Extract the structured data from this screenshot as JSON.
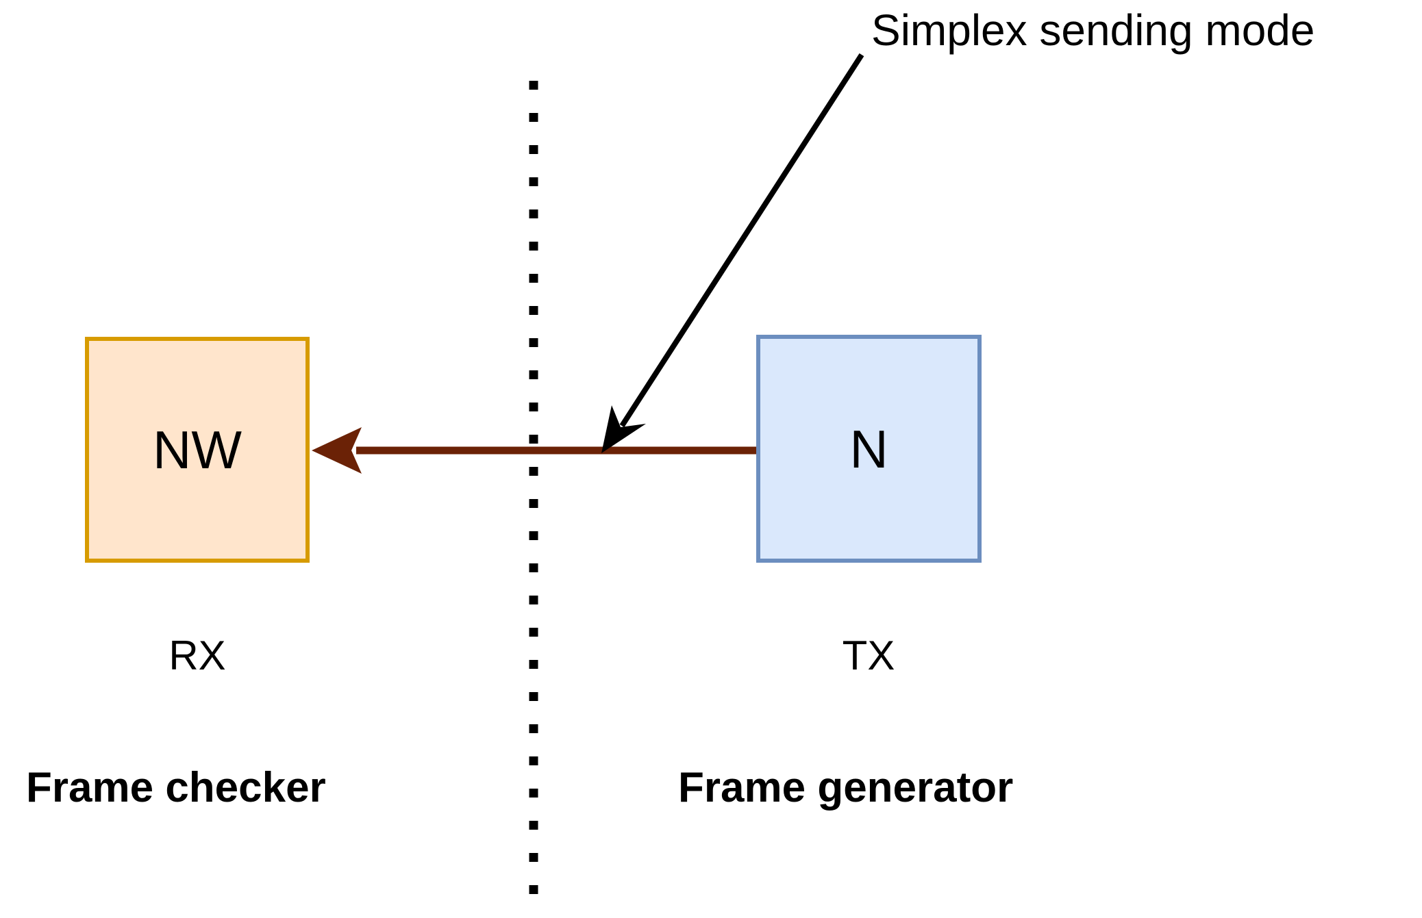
{
  "diagram": {
    "title": "Simplex sending mode",
    "background_color": "#ffffff",
    "nodes": [
      {
        "id": "rx-node",
        "label": "NW",
        "fill_color": "#ffe5cc",
        "stroke_color": "#d79b00",
        "side": "left"
      },
      {
        "id": "tx-node",
        "label": "N",
        "fill_color": "#dae8fc",
        "stroke_color": "#6c8ebf",
        "side": "right"
      }
    ],
    "node_captions": {
      "rx": "RX",
      "tx": "TX"
    },
    "section_labels": {
      "left": "Frame checker",
      "right": "Frame generator"
    },
    "annotation": {
      "text": "Simplex sending mode",
      "points_to": "data-flow-arrow"
    },
    "flow_arrow": {
      "color": "#6b2206",
      "direction": "right-to-left",
      "from": "N",
      "to": "NW"
    },
    "divider": {
      "style": "dotted",
      "orientation": "vertical",
      "color": "#000000"
    }
  }
}
